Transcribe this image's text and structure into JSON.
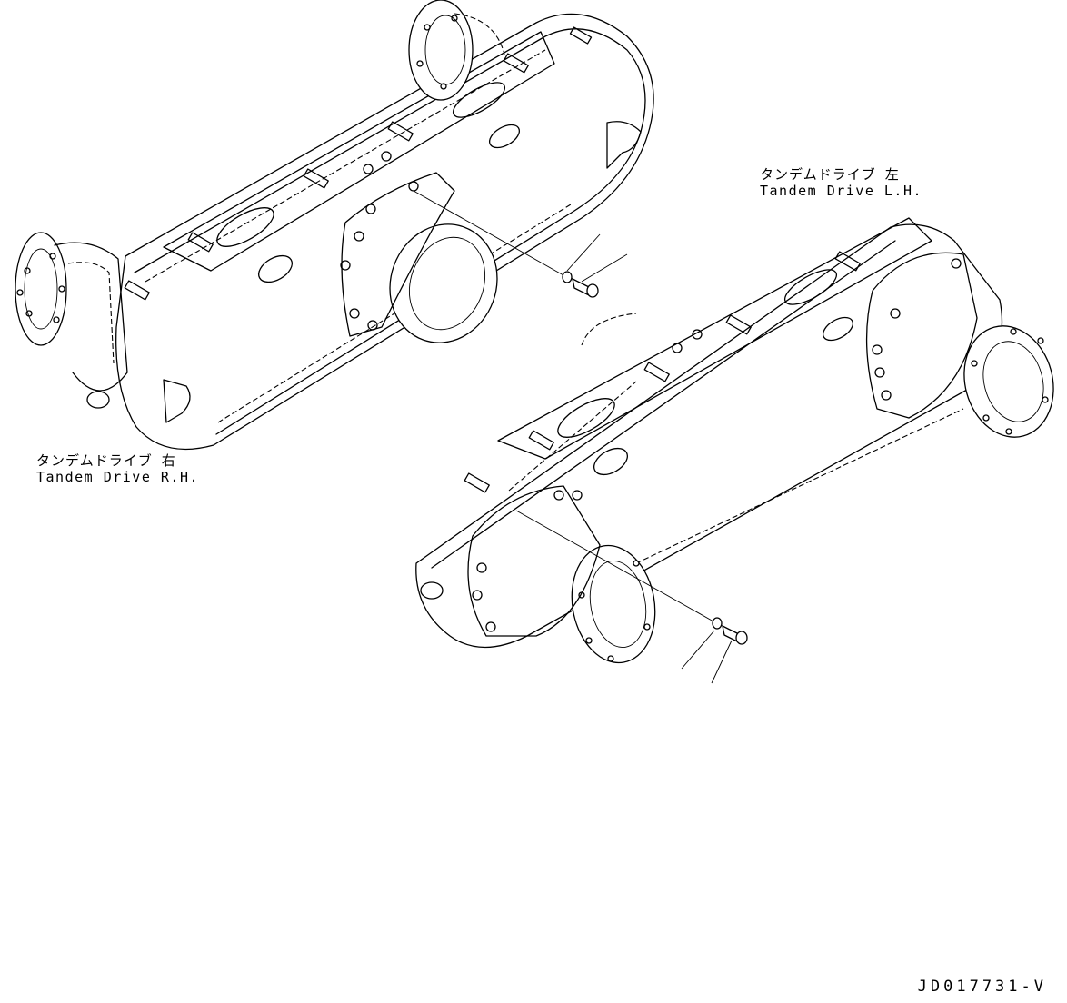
{
  "labels": {
    "left_drive": {
      "jp": "タンデムドライブ 左",
      "en": "Tandem Drive L.H."
    },
    "right_drive": {
      "jp": "タンデムドライブ 右",
      "en": "Tandem Drive R.H."
    }
  },
  "drawing_id": "JD017731-V",
  "icons": [
    "tandem-drive-rh-assembly",
    "tandem-drive-lh-assembly",
    "bolt-icon",
    "washer-icon"
  ]
}
